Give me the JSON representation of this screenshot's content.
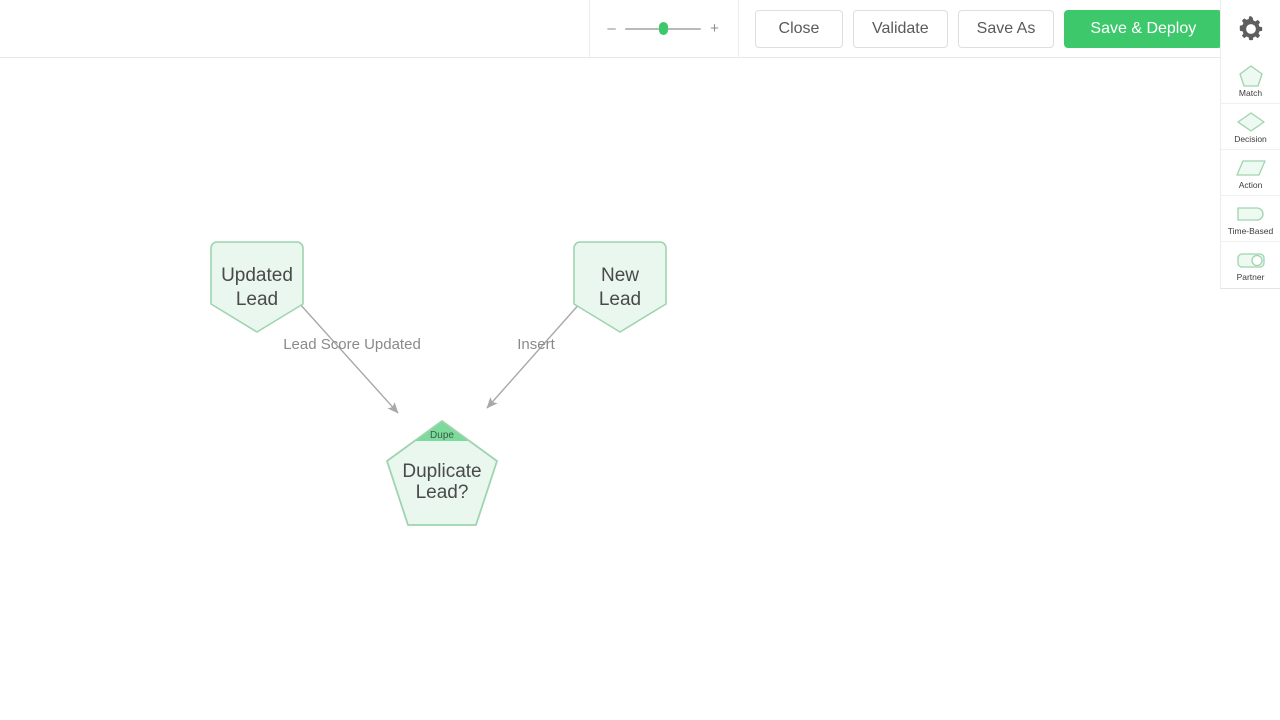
{
  "toolbar": {
    "zoom": {
      "minus_label": "–",
      "plus_label": "+",
      "value_percent": 50
    },
    "buttons": {
      "close": "Close",
      "validate": "Validate",
      "save_as": "Save As",
      "save_deploy": "Save & Deploy"
    },
    "settings_icon": "gear-icon"
  },
  "colors": {
    "primary_green": "#3ec86c",
    "node_fill": "#e9f7ee",
    "node_stroke": "#9ed4ae",
    "badge_fill": "#7adb9a",
    "edge_gray": "#a8a8a8",
    "text_gray": "#4a4a4a"
  },
  "canvas": {
    "nodes": [
      {
        "id": "updated-lead",
        "shape": "shield",
        "line1": "Updated",
        "line2": "Lead"
      },
      {
        "id": "new-lead",
        "shape": "shield",
        "line1": "New",
        "line2": "Lead"
      },
      {
        "id": "duplicate-lead",
        "shape": "pentagon",
        "badge": "Dupe",
        "line1": "Duplicate",
        "line2": "Lead?"
      }
    ],
    "edges": [
      {
        "id": "edge-updated",
        "label": "Lead Score Updated",
        "from": "updated-lead",
        "to": "duplicate-lead"
      },
      {
        "id": "edge-insert",
        "label": "Insert",
        "from": "new-lead",
        "to": "duplicate-lead"
      }
    ]
  },
  "palette": {
    "items": [
      {
        "label": "Match",
        "icon": "pentagon-icon"
      },
      {
        "label": "Decision",
        "icon": "diamond-icon"
      },
      {
        "label": "Action",
        "icon": "parallelogram-icon"
      },
      {
        "label": "Time-Based",
        "icon": "rounded-rect-icon"
      },
      {
        "label": "Partner",
        "icon": "rect-circle-icon"
      }
    ]
  }
}
